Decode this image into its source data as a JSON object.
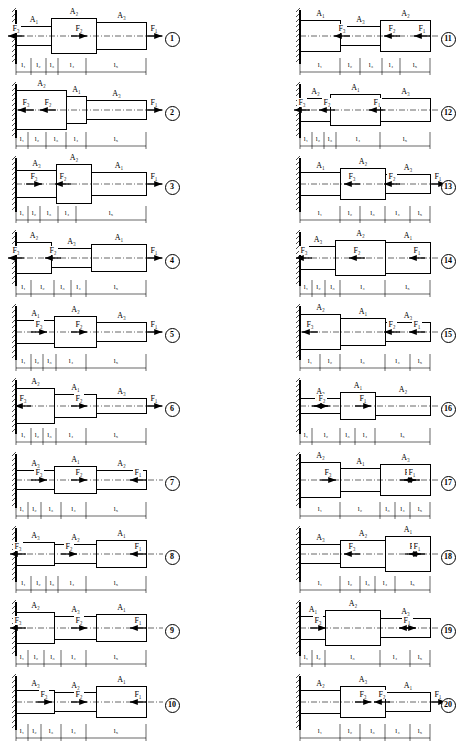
{
  "diagram": {
    "nodes": [
      {
        "text": [
          "A₁"
        ]
      },
      {
        "text": [
          "A₂"
        ]
      },
      {
        "text": [
          "A₃"
        ]
      },
      {
        "text": [
          "1"
        ]
      },
      {
        "text": [
          "A₂"
        ]
      },
      {
        "text": [
          "A₁"
        ]
      },
      {
        "text": [
          "A₃"
        ]
      },
      {
        "text": [
          "2"
        ]
      },
      {
        "text": [
          "A₃"
        ]
      },
      {
        "text": [
          "A₂"
        ]
      },
      {
        "text": [
          "A₁"
        ]
      },
      {
        "text": [
          "3"
        ]
      },
      {
        "text": [
          "A₂"
        ]
      },
      {
        "text": [
          "A₃"
        ]
      },
      {
        "text": [
          "A₁"
        ]
      },
      {
        "text": [
          "4"
        ]
      },
      {
        "text": [
          "A₁"
        ]
      },
      {
        "text": [
          "A₂"
        ]
      },
      {
        "text": [
          "A₃"
        ]
      },
      {
        "text": [
          "5"
        ]
      },
      {
        "text": [
          "A₂"
        ]
      },
      {
        "text": [
          "A₁"
        ]
      },
      {
        "text": [
          "A₃"
        ]
      },
      {
        "text": [
          "6"
        ]
      },
      {
        "text": [
          "A₃"
        ]
      },
      {
        "text": [
          "A₁"
        ]
      },
      {
        "text": [
          "A₂"
        ]
      },
      {
        "text": [
          "7"
        ]
      },
      {
        "text": [
          "A₃"
        ]
      },
      {
        "text": [
          "A₂"
        ]
      },
      {
        "text": [
          "A₁"
        ]
      },
      {
        "text": [
          "8"
        ]
      },
      {
        "text": [
          "A₂"
        ]
      },
      {
        "text": [
          "A₃"
        ]
      },
      {
        "text": [
          "A₁"
        ]
      },
      {
        "text": [
          "9"
        ]
      },
      {
        "text": [
          "A₃"
        ]
      },
      {
        "text": [
          "A₂"
        ]
      },
      {
        "text": [
          "A₁"
        ]
      },
      {
        "text": [
          "10"
        ]
      },
      {
        "text": [
          "A₁"
        ]
      },
      {
        "text": [
          "A₃"
        ]
      },
      {
        "text": [
          "A₂"
        ]
      },
      {
        "text": [
          "11"
        ]
      },
      {
        "text": [
          "A₂"
        ]
      },
      {
        "text": [
          "A₁"
        ]
      },
      {
        "text": [
          "A₃"
        ]
      },
      {
        "text": [
          "12"
        ]
      },
      {
        "text": [
          "A₁"
        ]
      },
      {
        "text": [
          "A₂"
        ]
      },
      {
        "text": [
          "A₃"
        ]
      },
      {
        "text": [
          "13"
        ]
      },
      {
        "text": [
          "A₃"
        ]
      },
      {
        "text": [
          "A₂"
        ]
      },
      {
        "text": [
          "A₁"
        ]
      },
      {
        "text": [
          "14"
        ]
      },
      {
        "text": [
          "A₂"
        ]
      },
      {
        "text": [
          "A₁"
        ]
      },
      {
        "text": [
          "A₃"
        ]
      },
      {
        "text": [
          "15"
        ]
      },
      {
        "text": [
          "A₃"
        ]
      },
      {
        "text": [
          "A₁"
        ]
      },
      {
        "text": [
          "A₂"
        ]
      },
      {
        "text": [
          "16"
        ]
      },
      {
        "text": [
          "A₂"
        ]
      },
      {
        "text": [
          "A₁"
        ]
      },
      {
        "text": [
          "A₃"
        ]
      },
      {
        "text": [
          "17"
        ]
      },
      {
        "text": [
          "A₃"
        ]
      },
      {
        "text": [
          "A₂"
        ]
      },
      {
        "text": [
          "A₁"
        ]
      },
      {
        "text": [
          "18"
        ]
      },
      {
        "text": [
          "A₁"
        ]
      },
      {
        "text": [
          "A₂"
        ]
      },
      {
        "text": [
          "A₃"
        ]
      },
      {
        "text": [
          "19"
        ]
      },
      {
        "text": [
          "A₂"
        ]
      },
      {
        "text": [
          "A₃"
        ]
      },
      {
        "text": [
          "A₁"
        ]
      },
      {
        "text": [
          "20"
        ]
      }
    ],
    "labels": [
      "F₃",
      "F₂",
      "F₁",
      "l₁",
      "l₂",
      "l₃",
      "l₄",
      "l₅",
      "F₃",
      "F₂",
      "F₁",
      "l₁",
      "l₂",
      "l₃",
      "l₄",
      "l₅",
      "F₃",
      "F₂",
      "F₁",
      "l₁",
      "l₂",
      "l₃",
      "l₄",
      "l₅",
      "F₃",
      "F₂",
      "F₁",
      "l₁",
      "l₂",
      "l₃",
      "l₄",
      "l₅",
      "F₃",
      "F₂",
      "F₁",
      "l₁",
      "l₂",
      "l₃",
      "l₄",
      "l₅",
      "F₃",
      "F₂",
      "F₁",
      "l₁",
      "l₂",
      "l₃",
      "l₄",
      "l₅",
      "F₃",
      "F₂",
      "F₁",
      "l₁",
      "l₂",
      "l₃",
      "l₄",
      "l₅",
      "F₃",
      "F₂",
      "F₁",
      "l₁",
      "l₂",
      "l₃",
      "l₄",
      "l₅",
      "F₃",
      "F₂",
      "F₁",
      "l₁",
      "l₂",
      "l₃",
      "l₄",
      "l₅",
      "F₃",
      "F₂",
      "F₁",
      "l₁",
      "l₂",
      "l₃",
      "l₄",
      "l₅",
      "F₃",
      "F₂",
      "F₁",
      "l₁",
      "l₂",
      "l₃",
      "l₄",
      "l₅",
      "F₃",
      "F₂",
      "F₁",
      "l₁",
      "l₂",
      "l₃",
      "l₄",
      "l₅",
      "F₃",
      "F₂",
      "F₁",
      "l₁",
      "l₂",
      "l₃",
      "l₄",
      "l₅",
      "F₃",
      "F₂",
      "F₁",
      "l₁",
      "l₂",
      "l₃",
      "l₄",
      "l₅",
      "F₃",
      "F₂",
      "F₁",
      "l₁",
      "l₂",
      "l₃",
      "l₄",
      "l₅",
      "F₃",
      "F₂",
      "F₁",
      "l₁",
      "l₂",
      "l₃",
      "l₄",
      "l₅",
      "F₃",
      "F₂",
      "F₁",
      "l₁",
      "l₂",
      "l₃",
      "l₄",
      "l₅",
      "F₃",
      "F₂",
      "F₁",
      "l₁",
      "l₂",
      "l₃",
      "l₄",
      "l₅",
      "F₃",
      "F₂",
      "F₁",
      "l₁",
      "l₂",
      "l₃",
      "l₄",
      "l₅",
      "F₃",
      "F₂",
      "F₁",
      "l₁",
      "l₂",
      "l₃",
      "l₄",
      "l₅"
    ]
  }
}
